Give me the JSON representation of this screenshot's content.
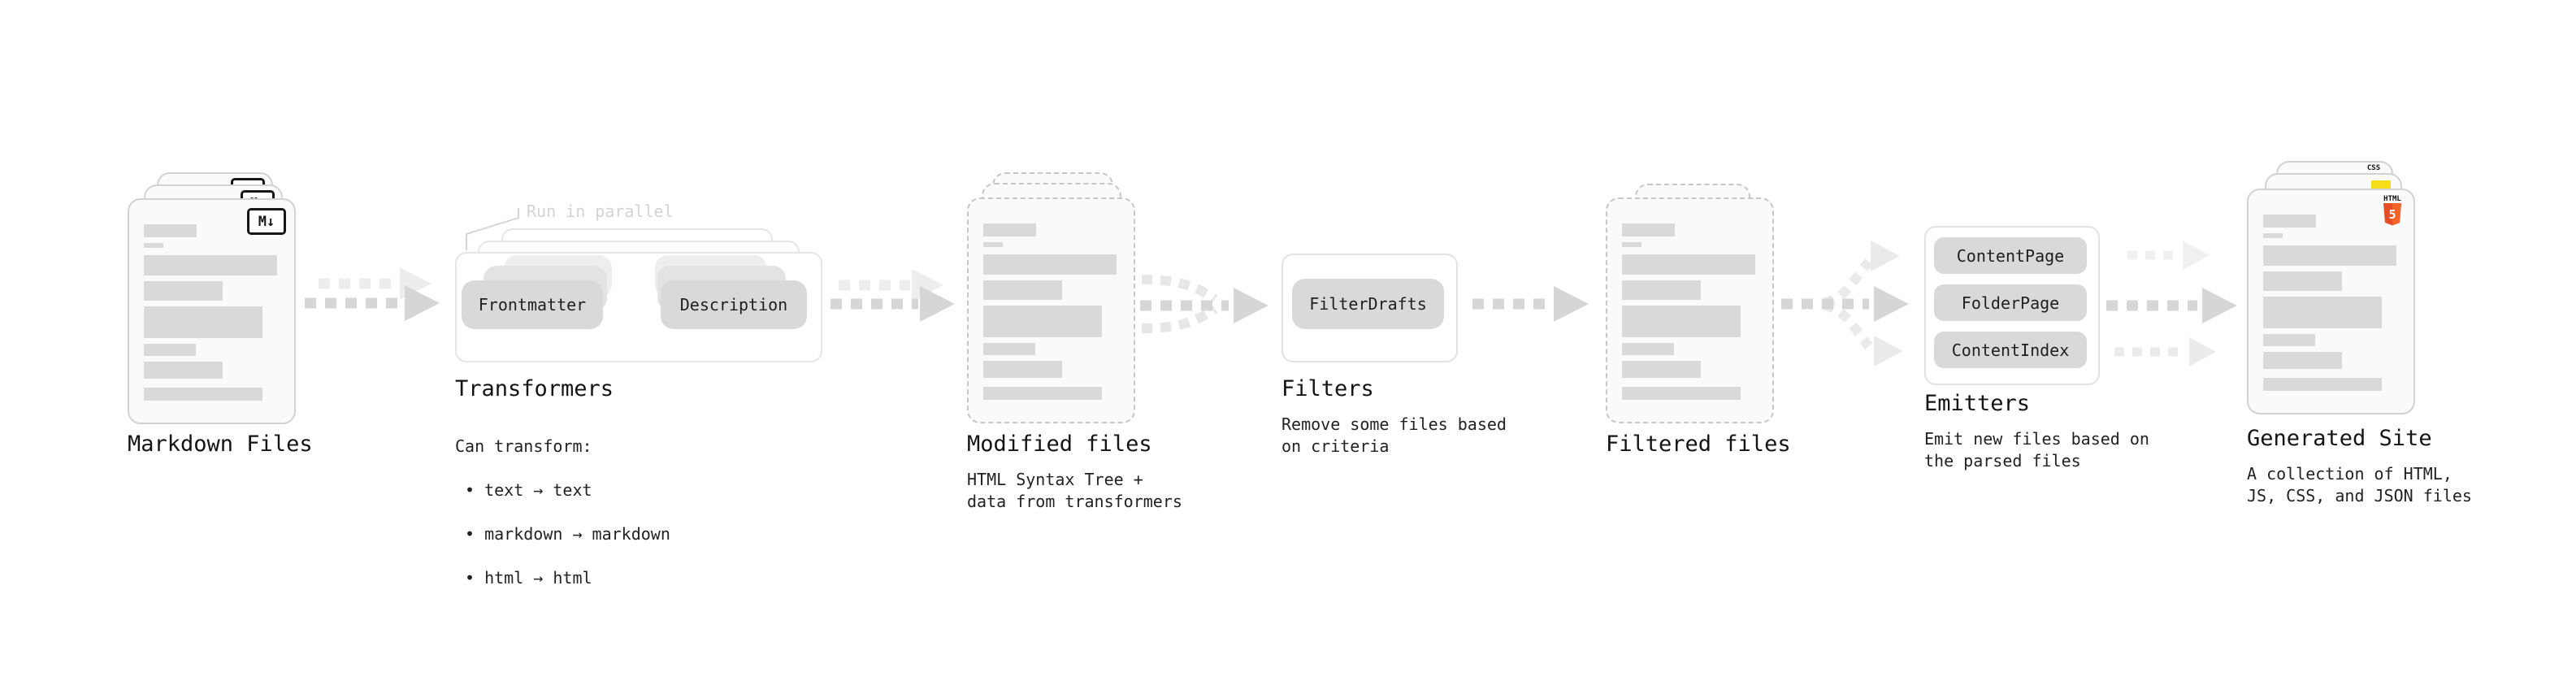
{
  "diagram": {
    "annotation_parallel": "Run in parallel",
    "badges": {
      "markdown": "M↓",
      "css": "CSS",
      "html_top": "HTML",
      "html_number": "5"
    },
    "colors": {
      "html5_orange": "#e44d26",
      "js_yellow": "#f5de19",
      "css_blue": "#2c63e6",
      "skeleton_bar_gray": "#d9d9d9",
      "arrow_gray": "#d6d6d6",
      "ghost_gray": "#ececec"
    },
    "stages": {
      "markdown_files": {
        "title": "Markdown Files"
      },
      "transformers": {
        "title": "Transformers",
        "buttons": [
          "Frontmatter",
          "Description"
        ],
        "note_heading": "Can transform:",
        "bullets": [
          "• text → text",
          "• markdown → markdown",
          "• html → html"
        ]
      },
      "modified_files": {
        "title": "Modified files",
        "subtitle": "HTML Syntax Tree +\ndata from transformers"
      },
      "filters": {
        "title": "Filters",
        "buttons": [
          "FilterDrafts"
        ],
        "subtitle": "Remove some files based\non criteria"
      },
      "filtered_files": {
        "title": "Filtered files"
      },
      "emitters": {
        "title": "Emitters",
        "buttons": [
          "ContentPage",
          "FolderPage",
          "ContentIndex"
        ],
        "subtitle": "Emit new files based on\nthe parsed files"
      },
      "generated_site": {
        "title": "Generated Site",
        "subtitle": "A collection of HTML,\nJS, CSS, and JSON files"
      }
    }
  }
}
